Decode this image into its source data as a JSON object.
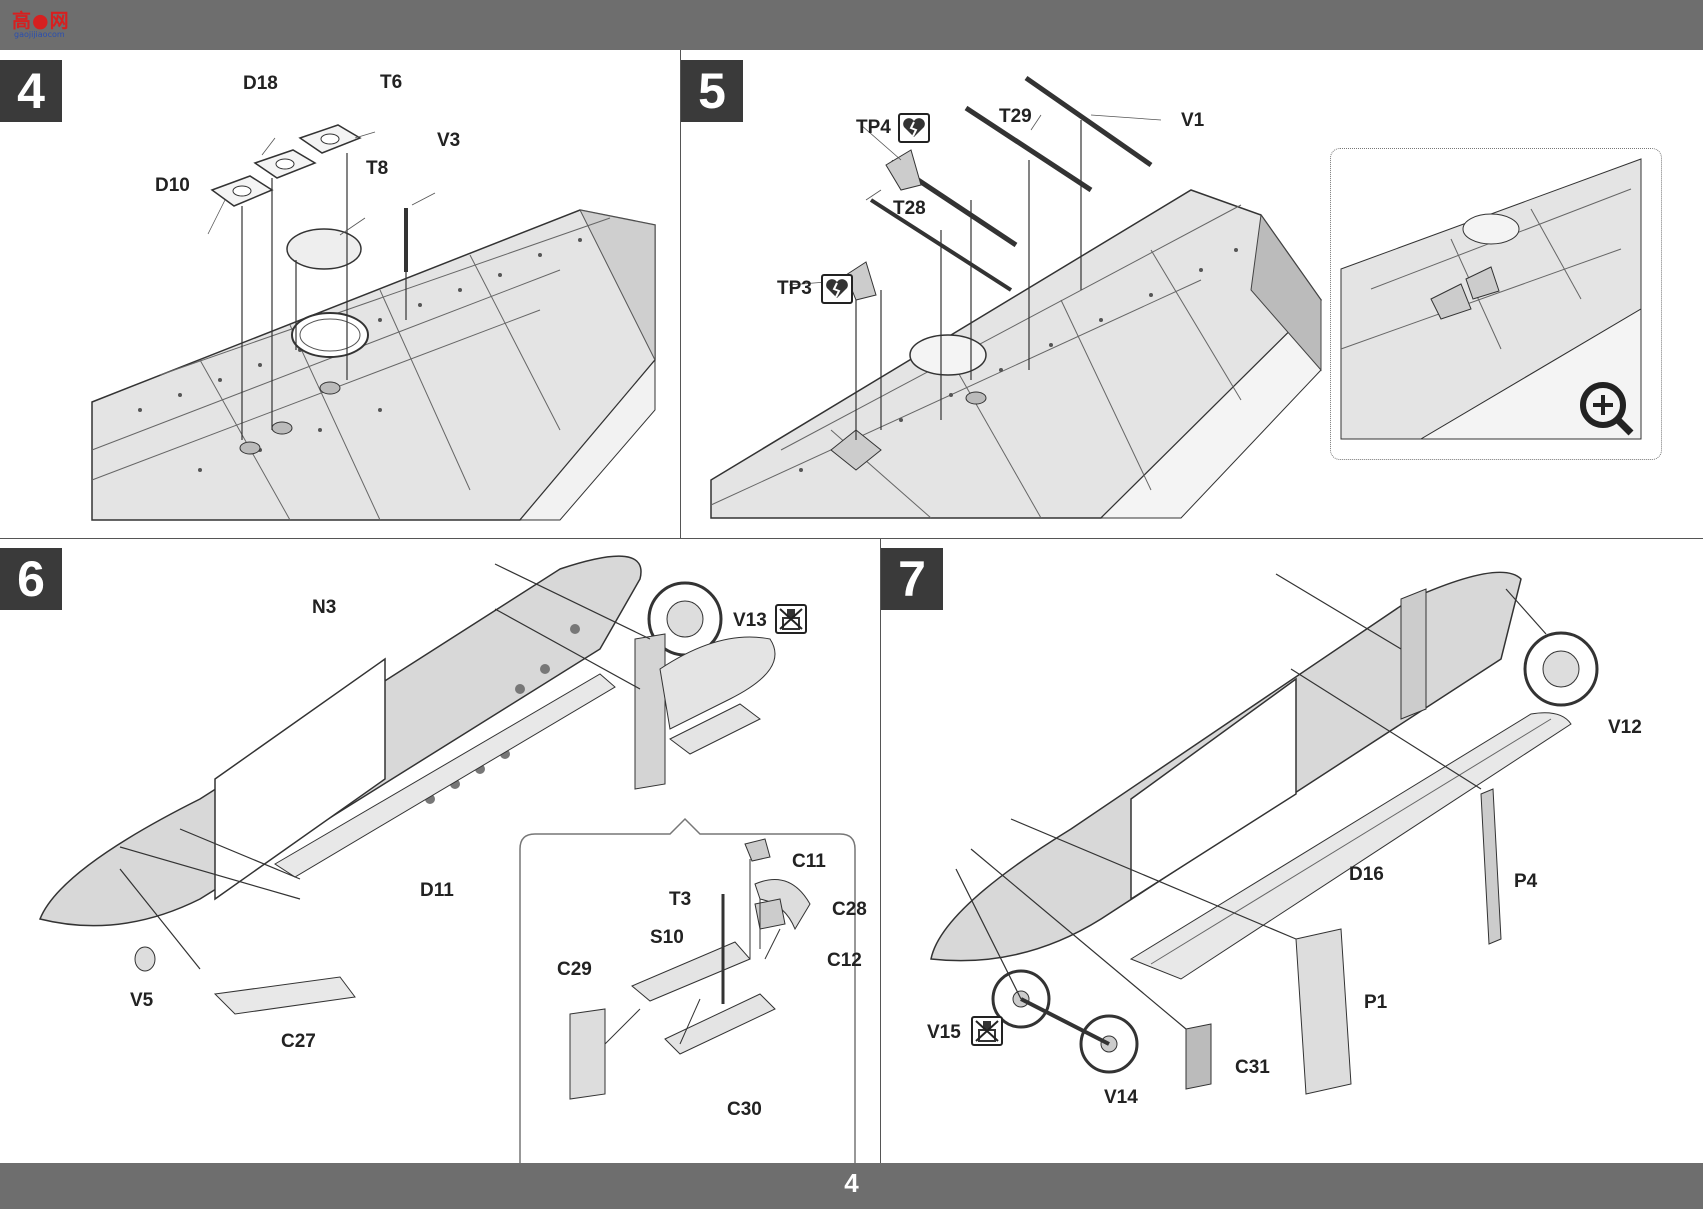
{
  "header": {
    "logo_text": "高●网",
    "logo_sub": "gaojijiaocom"
  },
  "footer": {
    "page_number": "4"
  },
  "steps": [
    {
      "number": "4",
      "labels": [
        "D18",
        "T6",
        "D10",
        "V3",
        "T8"
      ]
    },
    {
      "number": "5",
      "labels": [
        "TP4",
        "T29",
        "V1",
        "T28",
        "TP3"
      ]
    },
    {
      "number": "6",
      "labels": [
        "N3",
        "V13",
        "D11",
        "V5",
        "C27",
        "C11",
        "T3",
        "C28",
        "S10",
        "C12",
        "C29",
        "C30"
      ]
    },
    {
      "number": "7",
      "labels": [
        "V12",
        "D16",
        "P4",
        "P1",
        "V15",
        "C31",
        "V14"
      ]
    }
  ],
  "icons": {
    "zoom": "zoom-in-icon",
    "fragile": "broken-heart-icon",
    "no_glue": "no-glue-icon"
  }
}
